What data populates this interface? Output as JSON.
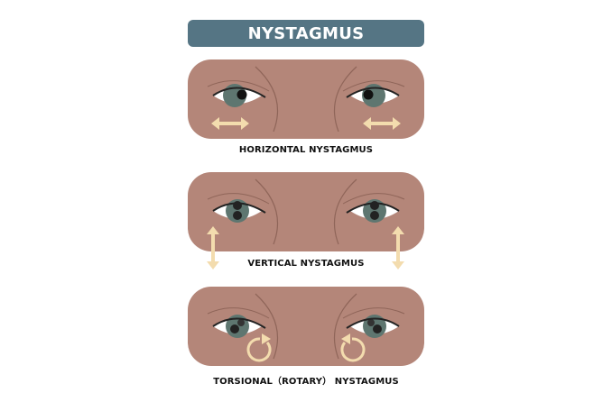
{
  "title": "NYSTAGMUS",
  "panels": [
    {
      "caption": "HORIZONTAL NYSTAGMUS",
      "motion": "horizontal"
    },
    {
      "caption": "VERTICAL NYSTAGMUS",
      "motion": "vertical"
    },
    {
      "caption": "TORSIONAL（ROTARY） NYSTAGMUS",
      "motion": "torsional"
    }
  ],
  "colors": {
    "title_bg": "#557584",
    "skin": "#b48679",
    "iris": "#4f625d",
    "arrow": "#f3dcae"
  }
}
